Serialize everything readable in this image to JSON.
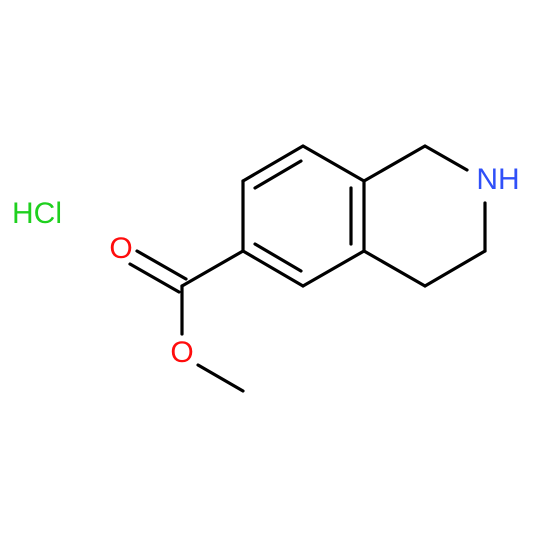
{
  "molecule": {
    "salt_label": "HCl",
    "atoms": {
      "carbonyl_oxygen": "O",
      "ester_oxygen": "O",
      "amine": "NH"
    },
    "colors": {
      "bond": "#000000",
      "oxygen": "#ff0d0d",
      "nitrogen": "#3050f8",
      "chlorine": "#1fd01f",
      "background": "#ffffff"
    }
  }
}
